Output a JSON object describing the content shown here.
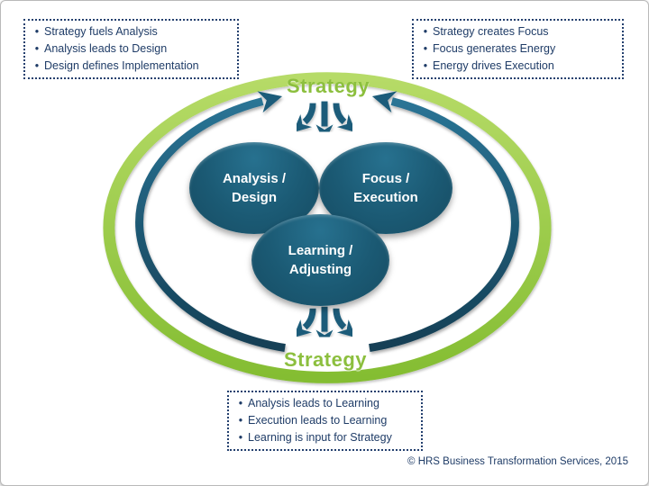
{
  "boxes": {
    "top_left": {
      "items": [
        "Strategy fuels Analysis",
        "Analysis leads to Design",
        "Design defines Implementation"
      ]
    },
    "top_right": {
      "items": [
        "Strategy creates Focus",
        "Focus generates Energy",
        "Energy drives Execution"
      ]
    },
    "bottom": {
      "items": [
        "Analysis leads to Learning",
        "Execution leads to Learning",
        "Learning is input for Strategy"
      ]
    }
  },
  "cycle": {
    "top_label": "Strategy",
    "bottom_label": "Strategy",
    "nodes": [
      {
        "line1": "Analysis /",
        "line2": "Design"
      },
      {
        "line1": "Focus /",
        "line2": "Execution"
      },
      {
        "line1": "Learning /",
        "line2": "Adjusting"
      }
    ]
  },
  "footer": {
    "copyright": "© HRS Business Transformation Services, 2015"
  },
  "colors": {
    "ring_green": "#8DC63F",
    "arrow_teal": "#1A5C7A",
    "node_fill": "#1B5A74",
    "text_navy": "#1F3C67",
    "label_green": "#8CBF3E"
  }
}
